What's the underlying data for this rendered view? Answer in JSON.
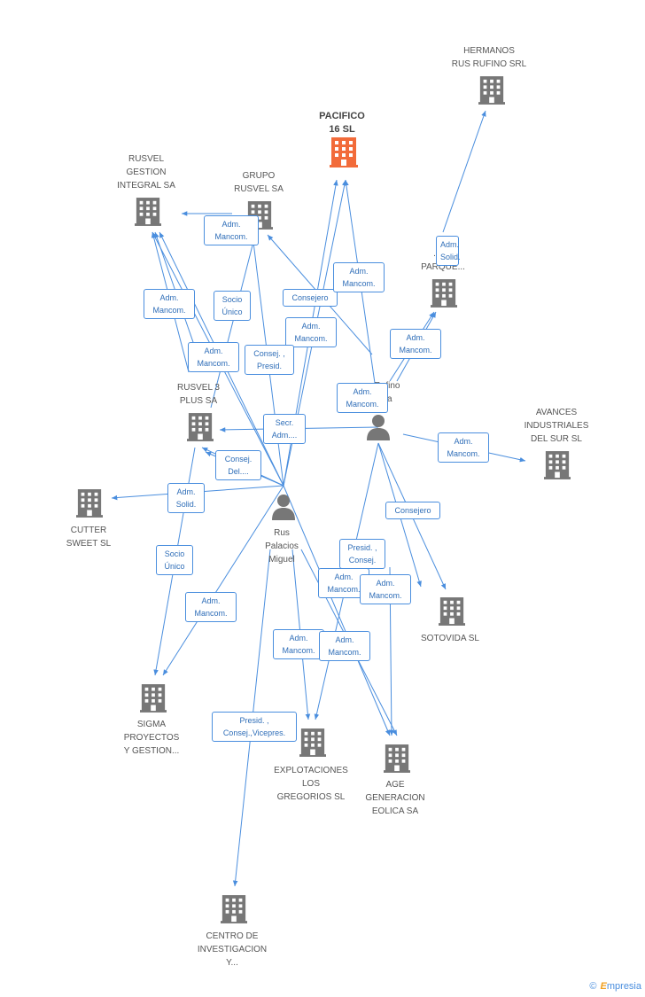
{
  "colors": {
    "edge": "#4a8ede",
    "building": "#777777",
    "building_main": "#f26b3a",
    "person": "#777777"
  },
  "nodes": [
    {
      "id": "pacifico",
      "type": "company",
      "main": true,
      "label": "PACIFICO\n16 SL"
    },
    {
      "id": "hermanos",
      "type": "company",
      "label": "HERMANOS\nRUS RUFINO SRL"
    },
    {
      "id": "rusvel_gestion",
      "type": "company",
      "label": "RUSVEL\nGESTION\nINTEGRAL SA"
    },
    {
      "id": "grupo_rusvel",
      "type": "company",
      "label": "GRUPO\nRUSVEL SA"
    },
    {
      "id": "parque",
      "type": "company",
      "label": "...AS\nPARQUE..."
    },
    {
      "id": "rusvel3",
      "type": "company",
      "label": "RUSVEL 3\nPLUS SA"
    },
    {
      "id": "rufino_person",
      "type": "person",
      "label": "Rufino\nna"
    },
    {
      "id": "avances",
      "type": "company",
      "label": "AVANCES\nINDUSTRIALES\nDEL SUR SL"
    },
    {
      "id": "cutter",
      "type": "company",
      "label": "CUTTER\nSWEET  SL"
    },
    {
      "id": "rus_palacios",
      "type": "person",
      "label": "Rus\nPalacios\nMiguel"
    },
    {
      "id": "sotovida",
      "type": "company",
      "label": "SOTOVIDA SL"
    },
    {
      "id": "sigma",
      "type": "company",
      "label": "SIGMA\nPROYECTOS\nY GESTION..."
    },
    {
      "id": "explotaciones",
      "type": "company",
      "label": "EXPLOTACIONES\nLOS\nGREGORIOS  SL"
    },
    {
      "id": "age",
      "type": "company",
      "label": "AGE\nGENERACION\nEOLICA SA"
    },
    {
      "id": "centro",
      "type": "company",
      "label": "CENTRO DE\nINVESTIGACION\nY..."
    }
  ],
  "edge_labels": [
    {
      "id": "l1",
      "text": "Adm.\nMancom."
    },
    {
      "id": "l2",
      "text": "Adm.\nSolid."
    },
    {
      "id": "l3",
      "text": "Adm.\nMancom."
    },
    {
      "id": "l4",
      "text": "Socio\nÚnico"
    },
    {
      "id": "l5",
      "text": "Consejero"
    },
    {
      "id": "l6",
      "text": "Adm.\nMancom."
    },
    {
      "id": "l7",
      "text": "Adm.\nMancom."
    },
    {
      "id": "l8",
      "text": "Adm.\nMancom."
    },
    {
      "id": "l9",
      "text": "Consej. ,\nPresid."
    },
    {
      "id": "l10",
      "text": "Adm.\nMancom."
    },
    {
      "id": "l11",
      "text": "Adm.\nMancom."
    },
    {
      "id": "l12",
      "text": "Secr.\nAdm...."
    },
    {
      "id": "l13",
      "text": "Adm.\nMancom."
    },
    {
      "id": "l14",
      "text": "Consej.\nDel...."
    },
    {
      "id": "l15",
      "text": "Adm.\nSolid."
    },
    {
      "id": "l16",
      "text": "Consejero"
    },
    {
      "id": "l17",
      "text": "Socio\nÚnico"
    },
    {
      "id": "l18",
      "text": "Presid. ,\nConsej."
    },
    {
      "id": "l19",
      "text": "Adm.\nMancom."
    },
    {
      "id": "l20",
      "text": "Adm.\nMancom."
    },
    {
      "id": "l21",
      "text": "Adm.\nMancom."
    },
    {
      "id": "l22",
      "text": "Adm.\nMancom."
    },
    {
      "id": "l23",
      "text": "Adm.\nMancom."
    },
    {
      "id": "l24",
      "text": "Presid. ,\nConsej.,Vicepres."
    }
  ],
  "footer": {
    "copyright": "©",
    "brand_initial": "E",
    "brand_rest": "mpresia"
  }
}
